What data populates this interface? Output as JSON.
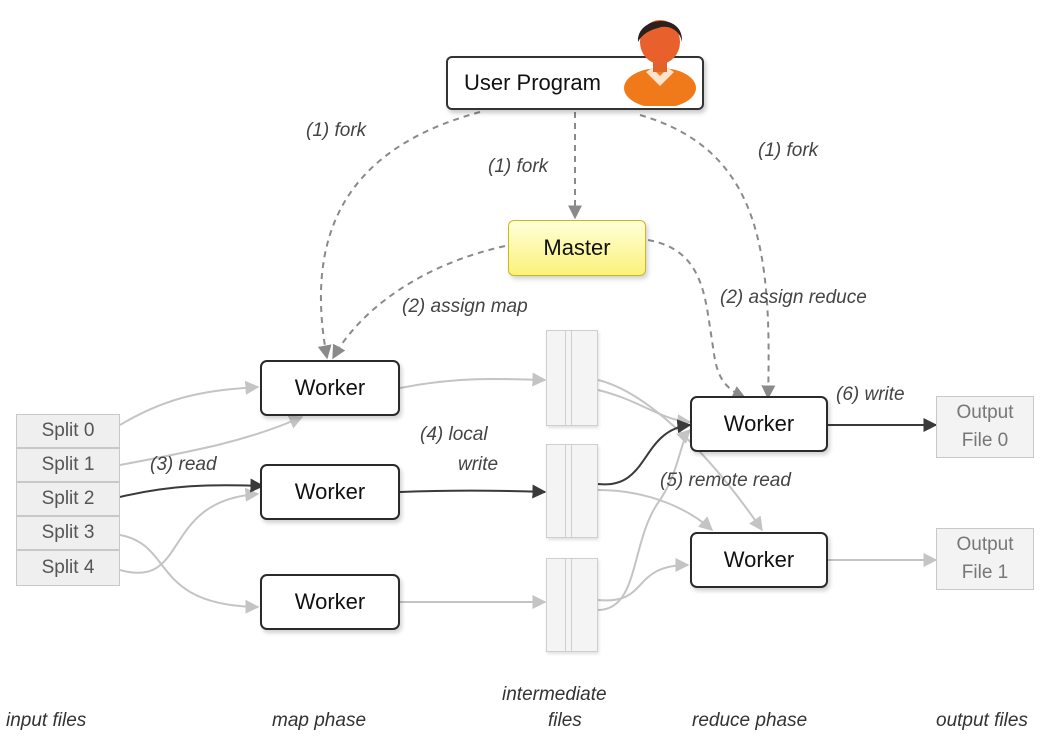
{
  "user_program": {
    "label": "User Program"
  },
  "master": {
    "label": "Master"
  },
  "map_workers": [
    {
      "label": "Worker"
    },
    {
      "label": "Worker"
    },
    {
      "label": "Worker"
    }
  ],
  "reduce_workers": [
    {
      "label": "Worker"
    },
    {
      "label": "Worker"
    }
  ],
  "splits": [
    "Split 0",
    "Split 1",
    "Split 2",
    "Split 3",
    "Split 4"
  ],
  "outputs": [
    {
      "line1": "Output",
      "line2": "File 0"
    },
    {
      "line1": "Output",
      "line2": "File 1"
    }
  ],
  "edge_labels": {
    "fork_left": "(1) fork",
    "fork_center": "(1) fork",
    "fork_right": "(1) fork",
    "assign_map": "(2) assign map",
    "assign_reduce": "(2) assign reduce",
    "read": "(3) read",
    "local_write_1": "(4) local",
    "local_write_2": "write",
    "remote_read": "(5) remote read",
    "write": "(6) write"
  },
  "phases": {
    "input_files": "input files",
    "map_phase": "map phase",
    "intermediate_1": "intermediate",
    "intermediate_2": "files",
    "reduce_phase": "reduce phase",
    "output_files": "output files"
  },
  "colors": {
    "dashed_arrow": "#8a8a8a",
    "faint_arrow": "#c4c4c4",
    "strong_arrow": "#3a3a3a",
    "master_fill": "#fbf27a",
    "avatar_shirt": "#f07a1a"
  }
}
